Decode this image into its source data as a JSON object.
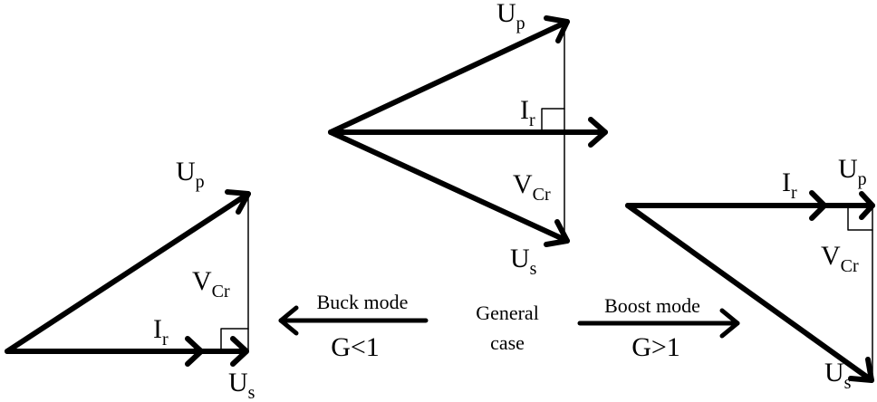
{
  "general": {
    "up": "U",
    "up_sub": "p",
    "ir": "I",
    "ir_sub": "r",
    "vcr": "V",
    "vcr_sub": "Cr",
    "us": "U",
    "us_sub": "s"
  },
  "buck": {
    "up": "U",
    "up_sub": "p",
    "vcr": "V",
    "vcr_sub": "Cr",
    "ir": "I",
    "ir_sub": "r",
    "us": "U",
    "us_sub": "s"
  },
  "boost": {
    "ir": "I",
    "ir_sub": "r",
    "up": "U",
    "up_sub": "p",
    "vcr": "V",
    "vcr_sub": "Cr",
    "us": "U",
    "us_sub": "s"
  },
  "center": {
    "line1": "General",
    "line2": "case",
    "buck_mode": "Buck mode",
    "buck_cond": "G<1",
    "boost_mode": "Boost mode",
    "boost_cond": "G>1"
  }
}
